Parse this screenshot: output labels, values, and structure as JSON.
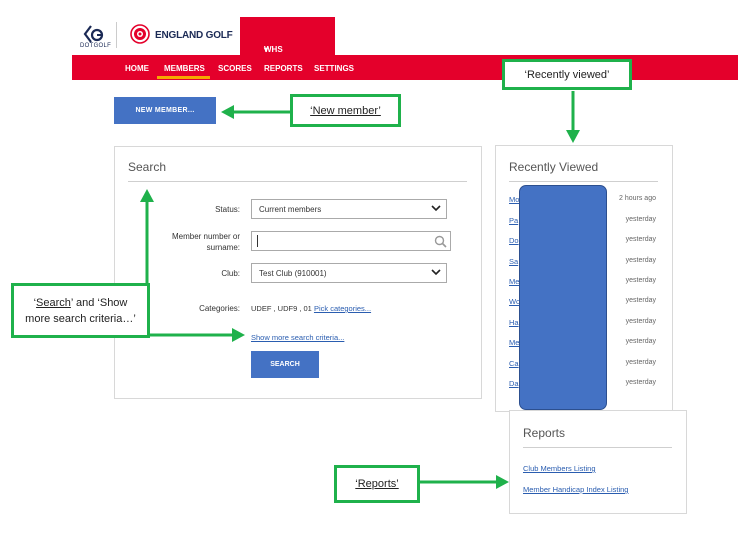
{
  "header": {
    "dotgolf_text": "DOTGOLF",
    "england_golf_text": "ENGLAND GOLF",
    "platform_tab": "WHS PLATFORM",
    "platform_tab_caret": "▾"
  },
  "nav": {
    "items": [
      "HOME",
      "MEMBERS",
      "SCORES",
      "REPORTS",
      "SETTINGS"
    ],
    "active": "MEMBERS"
  },
  "new_member_button": "NEW MEMBER...",
  "search": {
    "title": "Search",
    "status_label": "Status:",
    "status_value": "Current members",
    "member_label_line1": "Member number or",
    "member_label_line2": "surname:",
    "member_value": "",
    "club_label": "Club:",
    "club_value": "Test Club (910001)",
    "categories_label": "Categories:",
    "categories_value": "UDEF , UDF9 , 01",
    "pick_categories_link": "Pick categories...",
    "show_more_link": "Show more search criteria...",
    "search_button": "SEARCH"
  },
  "recently_viewed": {
    "title": "Recently Viewed",
    "items": [
      {
        "name": "Mo",
        "time": "2 hours ago"
      },
      {
        "name": "Pa",
        "time": "yesterday"
      },
      {
        "name": "Do",
        "time": "yesterday"
      },
      {
        "name": "Sa",
        "time": "yesterday"
      },
      {
        "name": "Me",
        "time": "yesterday"
      },
      {
        "name": "Wo",
        "time": "yesterday"
      },
      {
        "name": "Ha",
        "time": "yesterday"
      },
      {
        "name": "Me",
        "time": "yesterday"
      },
      {
        "name": "Ca",
        "time": "yesterday"
      },
      {
        "name": "Da",
        "time": "yesterday"
      }
    ]
  },
  "reports": {
    "title": "Reports",
    "links": [
      "Club Members Listing",
      "Member Handicap Index Listing"
    ]
  },
  "annotations": {
    "recently_viewed": "‘Recently viewed’",
    "new_member": "‘New member’",
    "search_line1_prefix": "‘",
    "search_word": "Search",
    "search_line1_suffix": "’ and ‘Show",
    "search_line2": "more search criteria…’",
    "reports": "‘Reports’"
  },
  "colors": {
    "brand_red": "#e4002b",
    "button_blue": "#4472c4",
    "annotation_green": "#1fb14b",
    "link_blue": "#2a5db0",
    "active_underline": "#f5a800"
  }
}
